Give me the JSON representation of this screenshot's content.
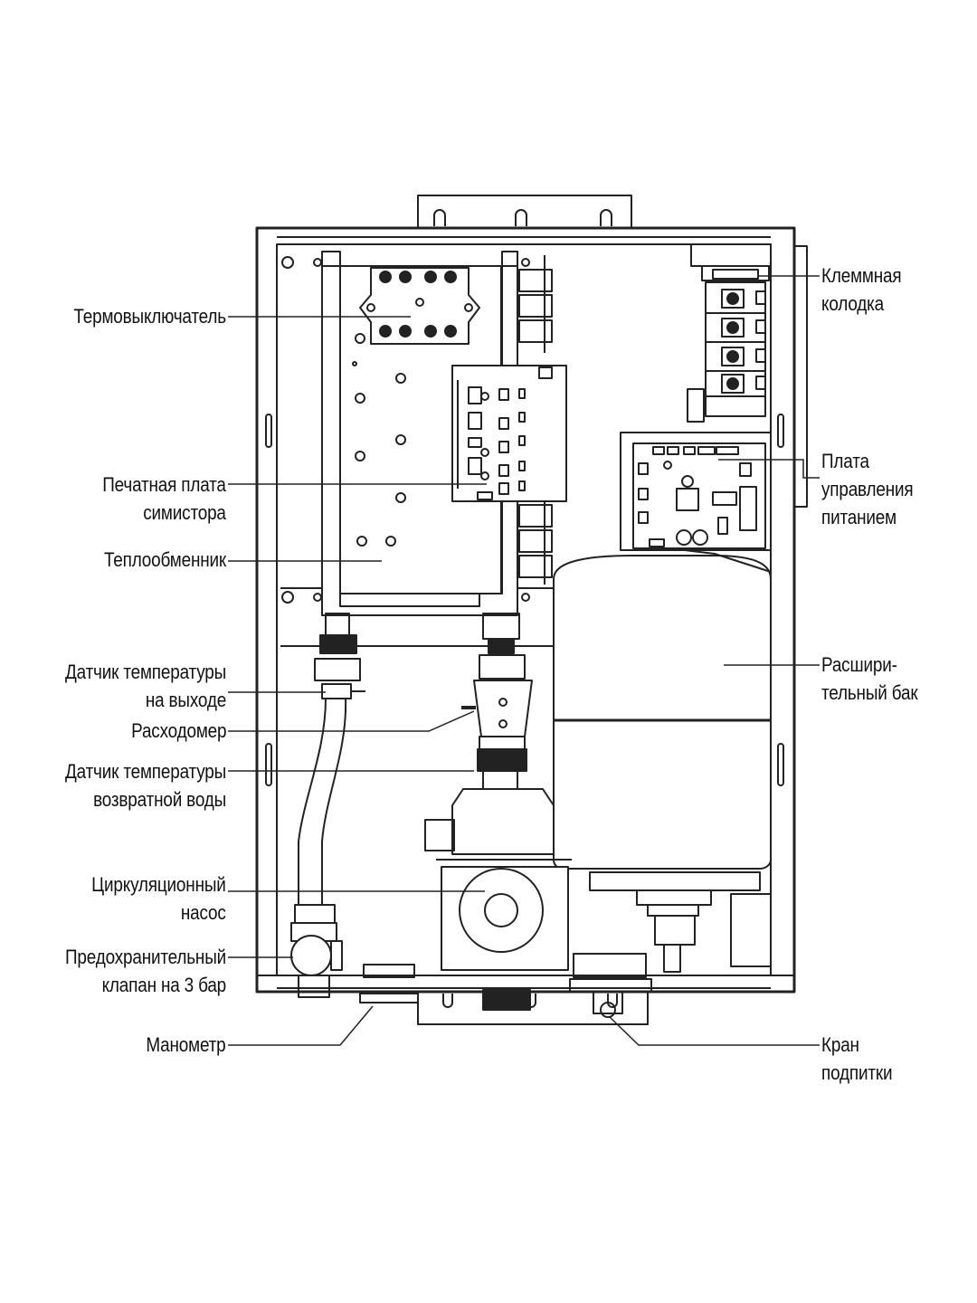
{
  "labels": {
    "left": [
      {
        "id": "thermal-switch",
        "lines": [
          "Термовыключатель"
        ]
      },
      {
        "id": "triac-board",
        "lines": [
          "Печатная плата",
          "симистора"
        ]
      },
      {
        "id": "heat-exchanger",
        "lines": [
          "Теплообменник"
        ]
      },
      {
        "id": "outlet-temp-sensor",
        "lines": [
          "Датчик температуры",
          "на выходе"
        ]
      },
      {
        "id": "flowmeter",
        "lines": [
          "Расходомер"
        ]
      },
      {
        "id": "return-temp-sensor",
        "lines": [
          "Датчик температуры",
          "возвратной воды"
        ]
      },
      {
        "id": "circulation-pump",
        "lines": [
          "Циркуляционный",
          "насос"
        ]
      },
      {
        "id": "safety-valve",
        "lines": [
          "Предохранительный",
          "клапан на 3 бар"
        ]
      },
      {
        "id": "pressure-gauge",
        "lines": [
          "Манометр"
        ]
      }
    ],
    "right": [
      {
        "id": "terminal-block",
        "lines": [
          "Клеммная",
          "колодка"
        ]
      },
      {
        "id": "power-control-board",
        "lines": [
          "Плата",
          "управления",
          "питанием"
        ]
      },
      {
        "id": "expansion-tank",
        "lines": [
          "Расшири-",
          "тельный бак"
        ]
      },
      {
        "id": "fill-valve",
        "lines": [
          "Кран",
          "подпитки"
        ]
      }
    ]
  }
}
